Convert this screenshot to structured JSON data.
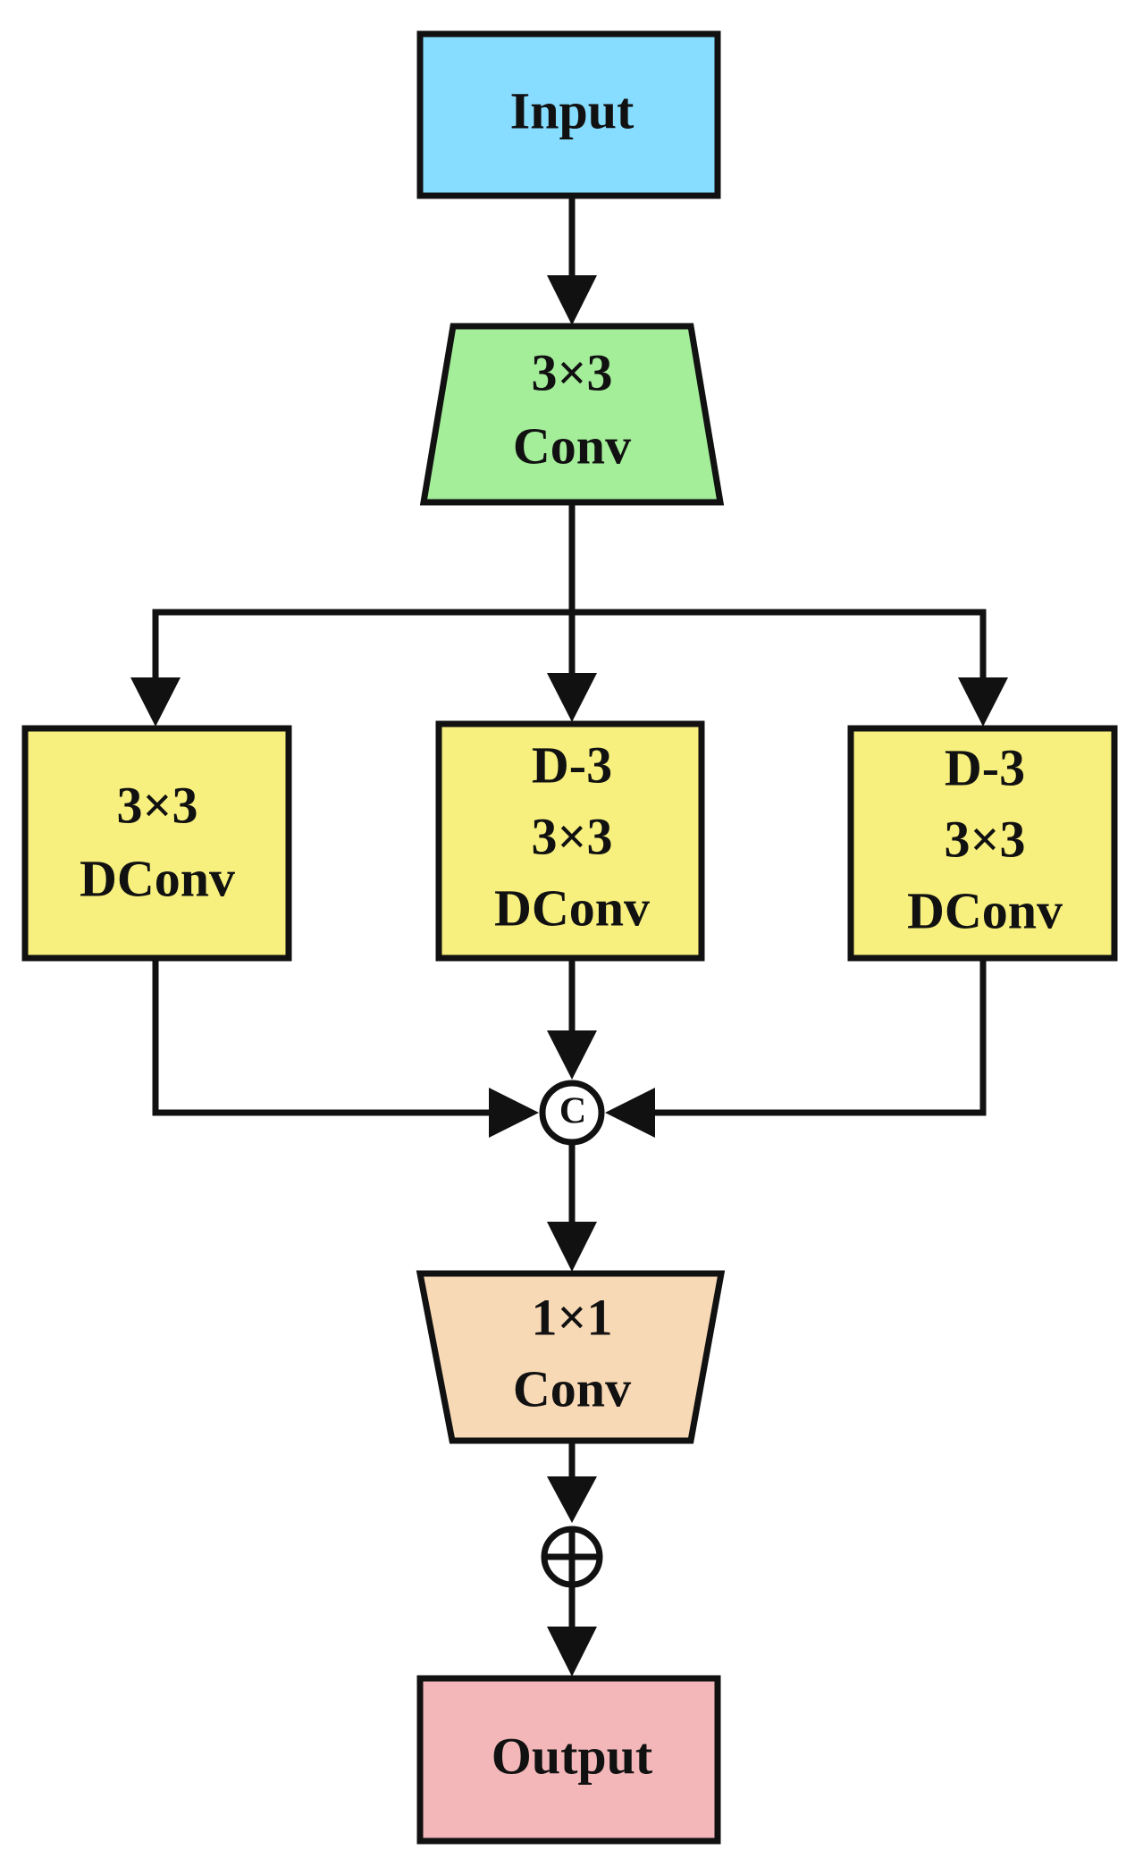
{
  "diagram": {
    "nodes": {
      "input": {
        "lines": [
          "Input"
        ],
        "fill": "#87DDFF"
      },
      "conv3": {
        "lines": [
          "3×3",
          "Conv"
        ],
        "fill": "#A4EE9A"
      },
      "dconv_left": {
        "lines": [
          "3×3",
          "DConv"
        ],
        "fill": "#F7F07E"
      },
      "dconv_mid": {
        "lines": [
          "D-3",
          "3×3",
          "DConv"
        ],
        "fill": "#F7F07E"
      },
      "dconv_right": {
        "lines": [
          "D-3",
          "3×3",
          "DConv"
        ],
        "fill": "#F7F07E"
      },
      "conv1": {
        "lines": [
          "1×1",
          "Conv"
        ],
        "fill": "#F8D9B5"
      },
      "output": {
        "lines": [
          "Output"
        ],
        "fill": "#F3B7B9"
      }
    },
    "operators": {
      "concat": {
        "symbol": "C"
      },
      "add": {
        "symbol": "+"
      }
    },
    "stroke_color": "#111111"
  }
}
